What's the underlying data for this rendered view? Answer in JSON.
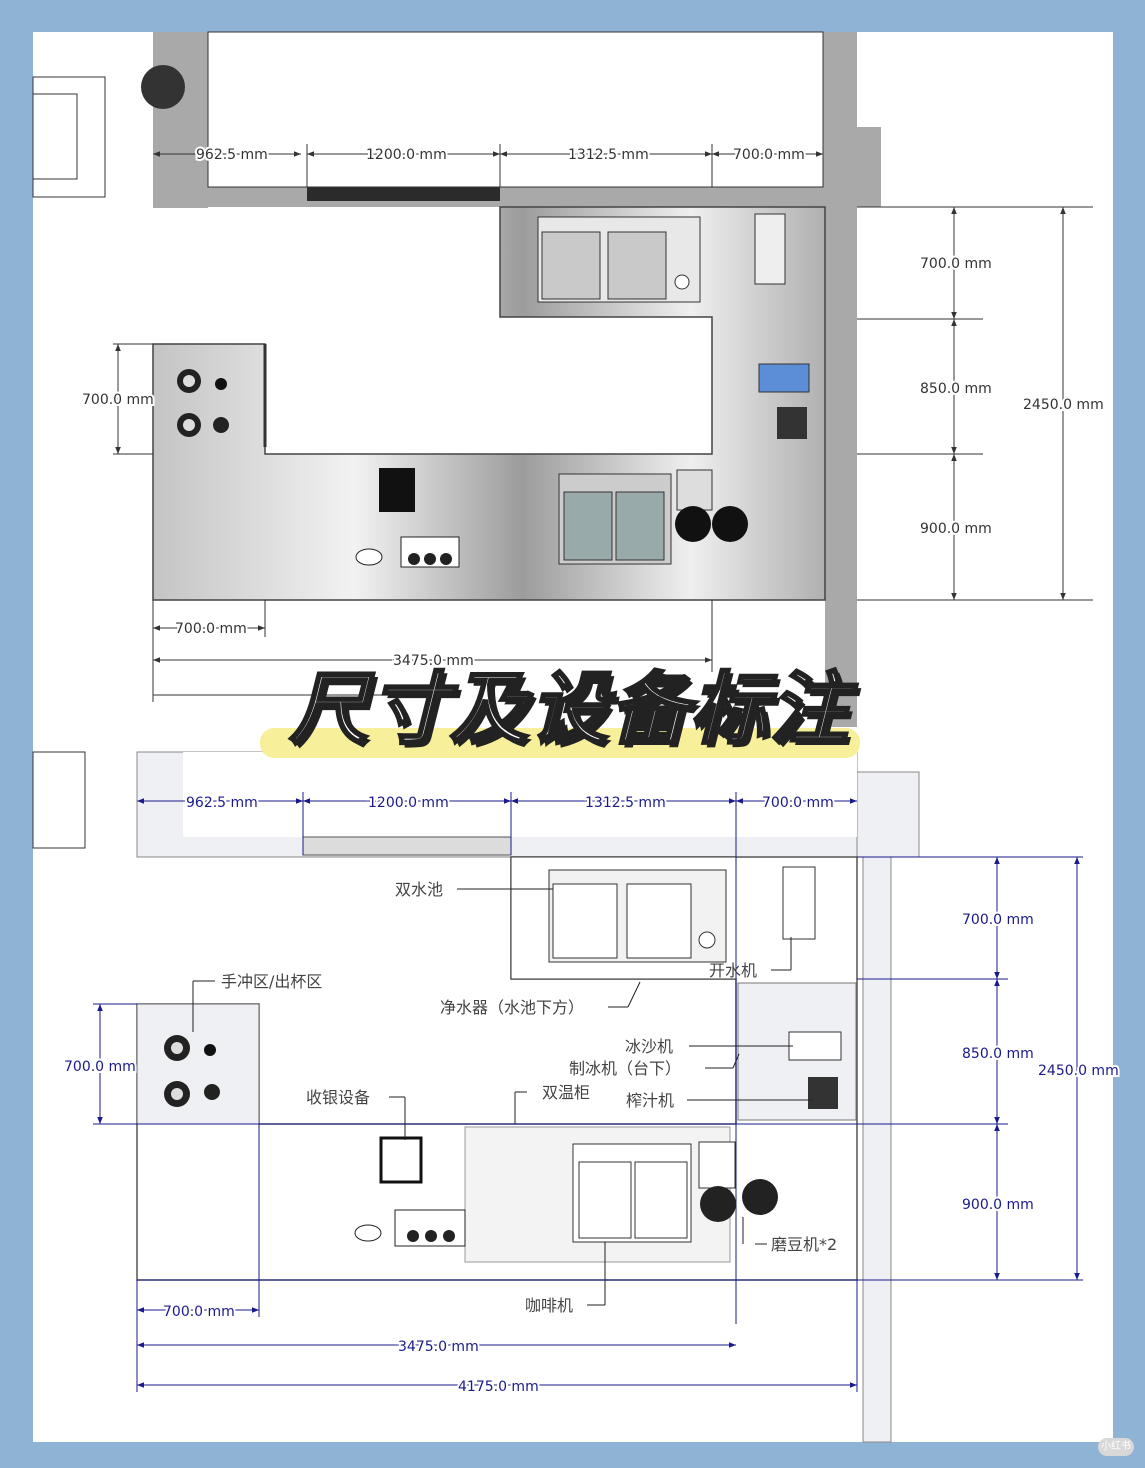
{
  "title": "尺寸及设备标注",
  "colors": {
    "background": "#8fb3d4",
    "dimension_top": "#333333",
    "dimension_bottom": "#1a1a8c"
  },
  "top_plan": {
    "dims_top": [
      "962.5 mm",
      "1200.0 mm",
      "1312.5 mm",
      "700.0 mm"
    ],
    "dims_right": [
      "700.0 mm",
      "850.0 mm",
      "900.0 mm"
    ],
    "dim_total_right": "2450.0 mm",
    "dim_left": "700.0 mm",
    "dims_bottom": [
      "700.0 mm",
      "3475.0 mm"
    ]
  },
  "bottom_plan": {
    "dims_top": [
      "962.5 mm",
      "1200.0 mm",
      "1312.5 mm",
      "700.0 mm"
    ],
    "dims_right": [
      "700.0 mm",
      "850.0 mm",
      "900.0 mm"
    ],
    "dim_total_right": "2450.0 mm",
    "dim_left": "700.0 mm",
    "dims_bottom": [
      "700.0 mm",
      "3475.0 mm",
      "4175.0 mm"
    ],
    "labels": {
      "double_sink": "双水池",
      "boiler": "开水机",
      "pour_over": "手冲区/出杯区",
      "water_purifier": "净水器（水池下方）",
      "blender": "冰沙机",
      "ice_maker": "制冰机（台下）",
      "cashier": "收银设备",
      "dual_temp": "双温柜",
      "juicer": "榨汁机",
      "grinder": "磨豆机*2",
      "coffee_machine": "咖啡机"
    }
  },
  "watermark": "小红书"
}
